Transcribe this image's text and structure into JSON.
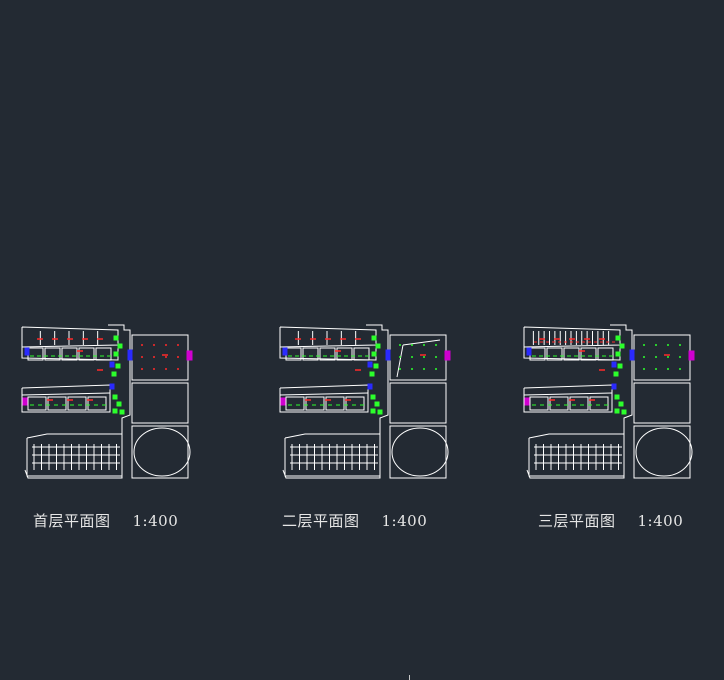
{
  "colors": {
    "background": "#232a33",
    "wall": "#ffffff",
    "fixture": "#2cff2c",
    "electrical": "#ff2a2a",
    "stair": "#2a2aff",
    "panel": "#d000d0"
  },
  "plans": [
    {
      "title": "首层平面图",
      "scale": "1:400"
    },
    {
      "title": "二层平面图",
      "scale": "1:400"
    },
    {
      "title": "三层平面图",
      "scale": "1:400"
    }
  ]
}
